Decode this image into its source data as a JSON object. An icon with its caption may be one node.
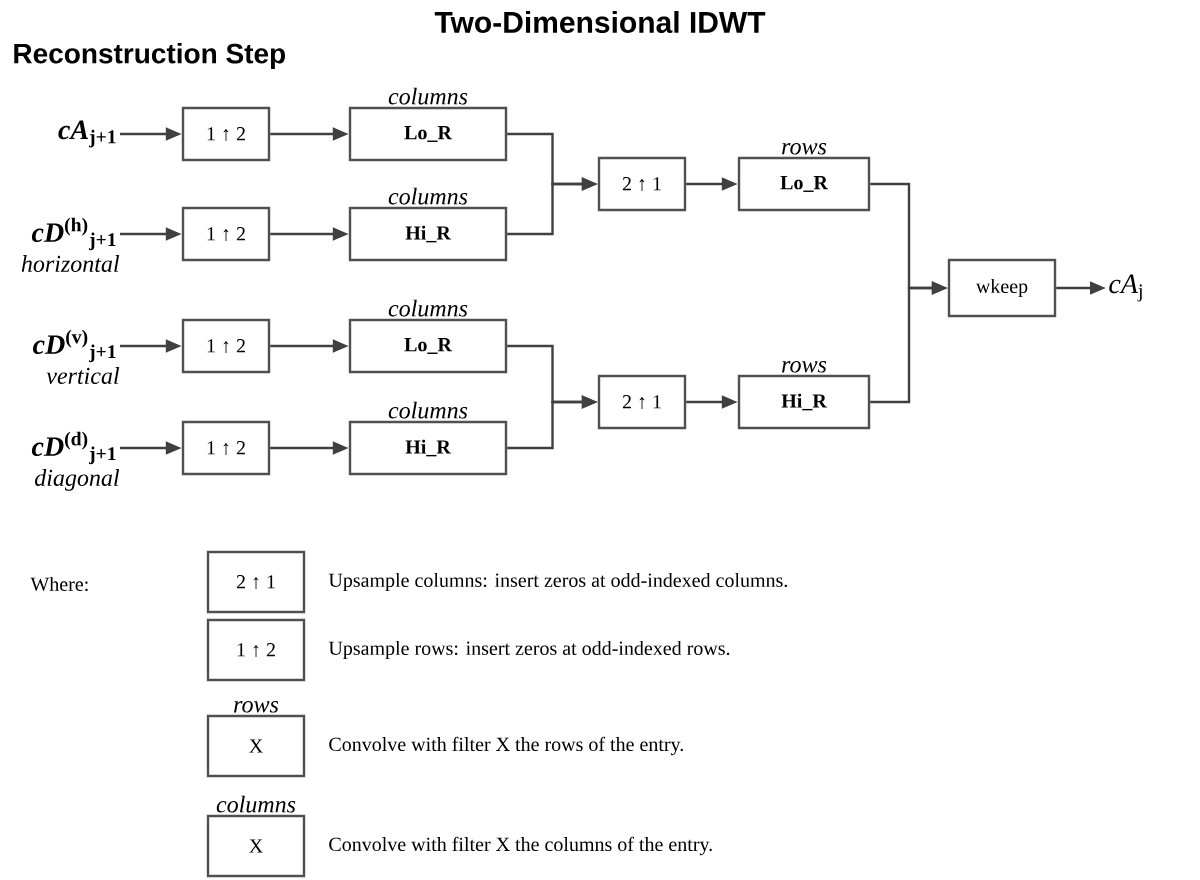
{
  "diagram": {
    "title": "Two-Dimensional IDWT",
    "nodes": [
      {
        "text": [
          "*cA*$_{j+1}$"
        ]
      },
      {
        "text": [
          "*cD*$^{(h)}$$_{j+1}$"
        ],
        "beside": [
          "horizontal"
        ]
      },
      {
        "text": [
          "*cD*$^{(v)}$$_{j+1}$"
        ],
        "beside": [
          "vertical"
        ]
      },
      {
        "text": [
          "*cD*$^{(d)}$$_{j+1}$"
        ],
        "beside": [
          "diagonal"
        ]
      },
      {
        "text": [
          "1 ↑ 2"
        ]
      },
      {
        "text": [
          "1 ↑ 2"
        ]
      },
      {
        "text": [
          "1 ↑ 2"
        ]
      },
      {
        "text": [
          "1 ↑ 2"
        ]
      },
      {
        "text": [
          "columns",
          "Lo_R"
        ]
      },
      {
        "text": [
          "columns",
          "Hi_R"
        ]
      },
      {
        "text": [
          "columns",
          "Lo_R"
        ]
      },
      {
        "text": [
          "columns",
          "Hi_R"
        ]
      },
      {
        "text": [
          "2 ↑ 1"
        ]
      },
      {
        "text": [
          "2 ↑ 1"
        ]
      },
      {
        "text": [
          "rows",
          "Lo_R"
        ]
      },
      {
        "text": [
          "rows",
          "Hi_R"
        ]
      },
      {
        "text": [
          "wkeep"
        ]
      },
      {
        "text": [
          "*cA*$_{j}$"
        ]
      },
      {
        "text": [
          "2 ↑ 1"
        ]
      },
      {
        "text": [
          "1 ↑ 2"
        ]
      },
      {
        "text": [
          "rows",
          "X"
        ]
      },
      {
        "text": [
          "columns",
          "X"
        ]
      }
    ],
    "edges": [
      {
        "from": 0,
        "to": 4,
        "arrow": "to"
      },
      {
        "from": 1,
        "to": 5,
        "arrow": "to"
      },
      {
        "from": 2,
        "to": 6,
        "arrow": "to"
      },
      {
        "from": 3,
        "to": 7,
        "arrow": "to"
      },
      {
        "from": 4,
        "to": 8,
        "arrow": "to"
      },
      {
        "from": 5,
        "to": 9,
        "arrow": "to"
      },
      {
        "from": 6,
        "to": 10,
        "arrow": "to"
      },
      {
        "from": 7,
        "to": 11,
        "arrow": "to"
      },
      {
        "from": 8,
        "to": 12,
        "arrow": "to"
      },
      {
        "from": 9,
        "to": 12,
        "arrow": "to"
      },
      {
        "from": 10,
        "to": 13,
        "arrow": "to"
      },
      {
        "from": 11,
        "to": 13,
        "arrow": "to"
      },
      {
        "from": 12,
        "to": 14,
        "arrow": "to"
      },
      {
        "from": 13,
        "to": 15,
        "arrow": "to"
      },
      {
        "from": 14,
        "to": 16,
        "arrow": "to"
      },
      {
        "from": 15,
        "to": 16,
        "arrow": "to"
      },
      {
        "from": 16,
        "to": 17,
        "arrow": "to"
      }
    ],
    "labels": [
      "Reconstruction Step",
      "Where:",
      "Upsample columns: insert zeros at odd-indexed columns.",
      "Upsample rows: insert zeros at odd-indexed rows.",
      "Convolve with filter X the rows of the entry.",
      "Convolve with filter X the columns of the entry."
    ]
  }
}
